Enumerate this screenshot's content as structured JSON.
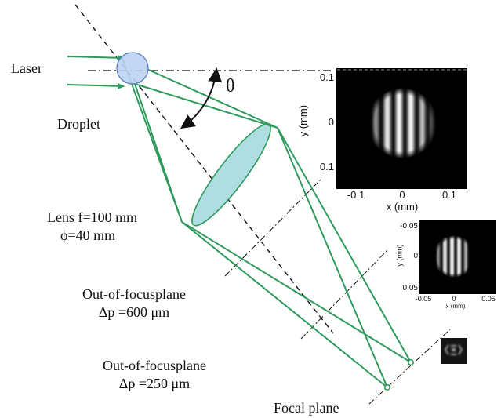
{
  "labels": {
    "laser": "Laser",
    "droplet": "Droplet",
    "theta": "θ",
    "lens_line1": "Lens f=100 mm",
    "lens_line2": "ϕ=40 mm",
    "oof600_line1": "Out-of-focusplane",
    "oof600_line2": "Δp =600 μm",
    "oof250_line1": "Out-of-focusplane",
    "oof250_line2": "Δp =250 μm",
    "focal": "Focal plane"
  },
  "large_image": {
    "ylabel": "y (mm)",
    "xlabel": "x (mm)",
    "yticks": [
      "-0.1",
      "0",
      "0.1"
    ],
    "xticks": [
      "-0.1",
      "0",
      "0.1"
    ]
  },
  "small_image": {
    "ylabel": "y (mm)",
    "xlabel": "x (mm)",
    "yticks": [
      "-0.05",
      "0",
      "0.05"
    ],
    "xticks": [
      "-0.05",
      "0",
      "0.05"
    ]
  },
  "colors": {
    "ray": "#2e9a5c",
    "droplet_fill": "#bcd3f3",
    "droplet_stroke": "#5b7fc4",
    "lens_fill": "#aedde2",
    "lens_stroke": "#2e9a5c"
  }
}
